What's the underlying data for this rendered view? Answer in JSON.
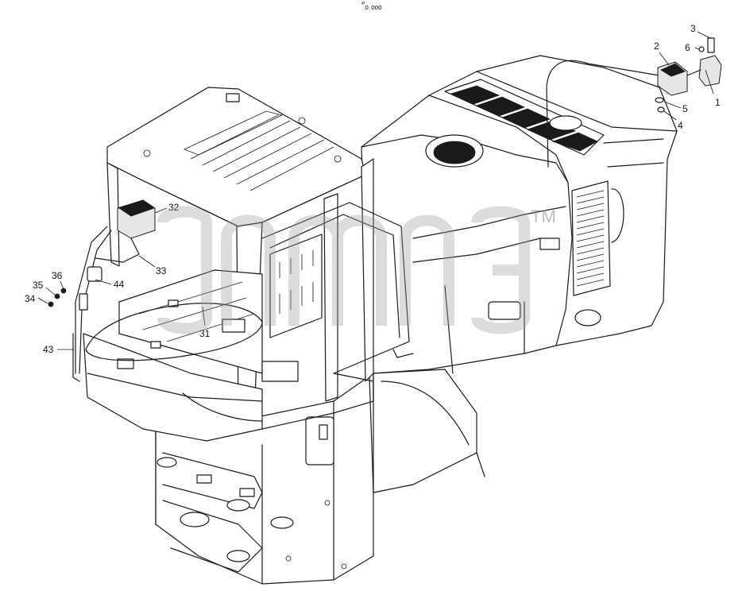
{
  "diagram": {
    "top_mark": "″ₒ ₒₒₒ",
    "callouts": [
      {
        "id": "c1",
        "label": "1"
      },
      {
        "id": "c2",
        "label": "2"
      },
      {
        "id": "c3",
        "label": "3"
      },
      {
        "id": "c4",
        "label": "4"
      },
      {
        "id": "c5",
        "label": "5"
      },
      {
        "id": "c6",
        "label": "6"
      },
      {
        "id": "c31",
        "label": "31"
      },
      {
        "id": "c32",
        "label": "32"
      },
      {
        "id": "c33",
        "label": "33"
      },
      {
        "id": "c34",
        "label": "34"
      },
      {
        "id": "c35",
        "label": "35"
      },
      {
        "id": "c36",
        "label": "36"
      },
      {
        "id": "c43",
        "label": "43"
      },
      {
        "id": "c44",
        "label": "44"
      }
    ],
    "watermark": {
      "trademark": "TM"
    }
  }
}
